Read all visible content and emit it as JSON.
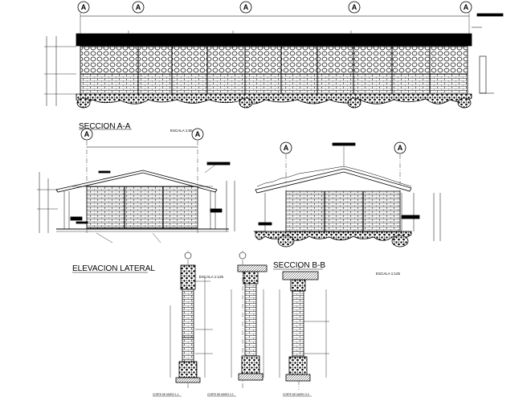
{
  "axis_marker_letter": "A",
  "titles": {
    "section_aa": "SECCION A-A",
    "lateral_elevation": "ELEVACION LATERAL",
    "section_bb": "SECCION B-B"
  },
  "scales": {
    "section_aa": "ESCALA 1:50",
    "lateral_elevation": "ESCALA 1:125",
    "section_bb": "ESCALA 1:125"
  },
  "detail_titles": [
    "CORTE DE MURO 1-1",
    "CORTE DE MURO 2-2",
    "CORTE DE MURO 3-3"
  ],
  "colors": {
    "line": "#000000",
    "fill": "#000000",
    "paper": "#ffffff"
  }
}
